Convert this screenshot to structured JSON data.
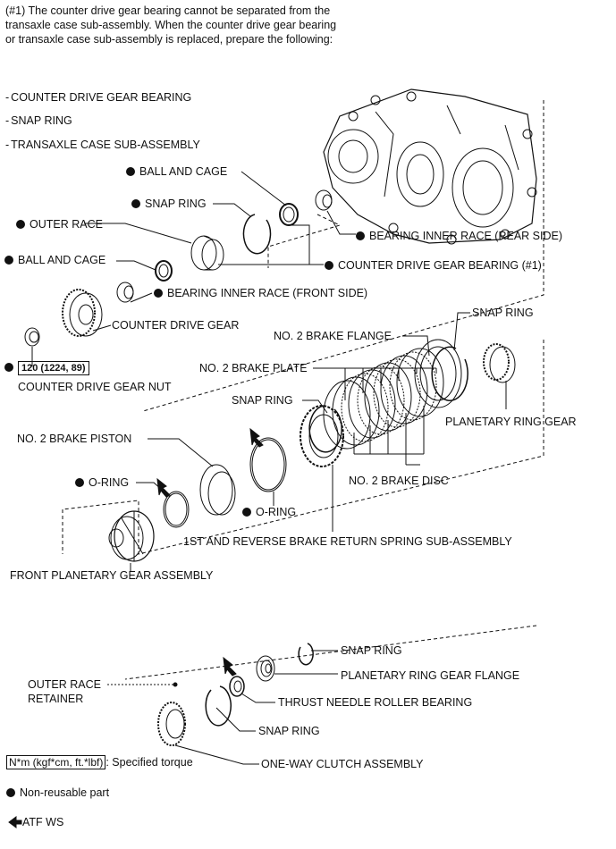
{
  "note": {
    "line1": "(#1) The counter drive gear bearing cannot be separated from the",
    "line2": "transaxle case sub-assembly. When the counter drive gear bearing",
    "line3": "or transaxle case sub-assembly is replaced, prepare the following:"
  },
  "prepare_list": [
    "COUNTER DRIVE GEAR BEARING",
    "SNAP RING",
    "TRANSAXLE CASE SUB-ASSEMBLY"
  ],
  "labels": {
    "ball_and_cage_1": "BALL AND CAGE",
    "snap_ring_1": "SNAP RING",
    "outer_race": "OUTER RACE",
    "ball_and_cage_2": "BALL AND CAGE",
    "bearing_inner_race_rear": "BEARING INNER RACE (REAR SIDE)",
    "counter_drive_gear_bearing": "COUNTER DRIVE GEAR BEARING",
    "ref_1": "(#1)",
    "bearing_inner_race_front": "BEARING INNER RACE (FRONT SIDE)",
    "counter_drive_gear": "COUNTER DRIVE GEAR",
    "torque_value": "120 (1224, 89)",
    "counter_drive_gear_nut": "COUNTER DRIVE GEAR NUT",
    "snap_ring_2": "SNAP RING",
    "no2_brake_flange": "NO. 2 BRAKE FLANGE",
    "no2_brake_plate": "NO. 2 BRAKE PLATE",
    "snap_ring_3": "SNAP RING",
    "planetary_ring_gear": "PLANETARY RING GEAR",
    "no2_brake_piston": "NO. 2 BRAKE PISTON",
    "no2_brake_disc": "NO. 2 BRAKE DISC",
    "o_ring_1": "O-RING",
    "o_ring_2": "O-RING",
    "return_spring": "1ST AND REVERSE BRAKE RETURN SPRING SUB-ASSEMBLY",
    "front_planetary": "FRONT PLANETARY GEAR ASSEMBLY",
    "snap_ring_4": "SNAP RING",
    "planetary_ring_gear_flange": "PLANETARY RING GEAR FLANGE",
    "outer_race_retainer_1": "OUTER RACE",
    "outer_race_retainer_2": "RETAINER",
    "thrust_needle": "THRUST NEEDLE ROLLER BEARING",
    "snap_ring_5": "SNAP RING",
    "one_way_clutch": "ONE-WAY CLUTCH ASSEMBLY"
  },
  "legend": {
    "torque_unit": "N*m (kgf*cm, ft.*lbf)",
    "torque_desc": ": Specified torque",
    "non_reusable": "Non-reusable part",
    "atf": "ATF WS"
  }
}
